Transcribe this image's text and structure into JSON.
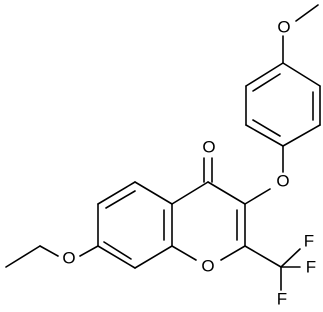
{
  "molecule": {
    "atoms": {
      "carbonyl_oxygen": "O",
      "ether_oxygen_bridge": "O",
      "methoxy_oxygen": "O",
      "ethoxy_oxygen": "O",
      "ring_oxygen": "O",
      "fluorine_top": "F",
      "fluorine_right": "F",
      "fluorine_bottom": "F"
    }
  },
  "colors": {
    "bond": "#000000",
    "label": "#000000",
    "background": "#ffffff"
  }
}
